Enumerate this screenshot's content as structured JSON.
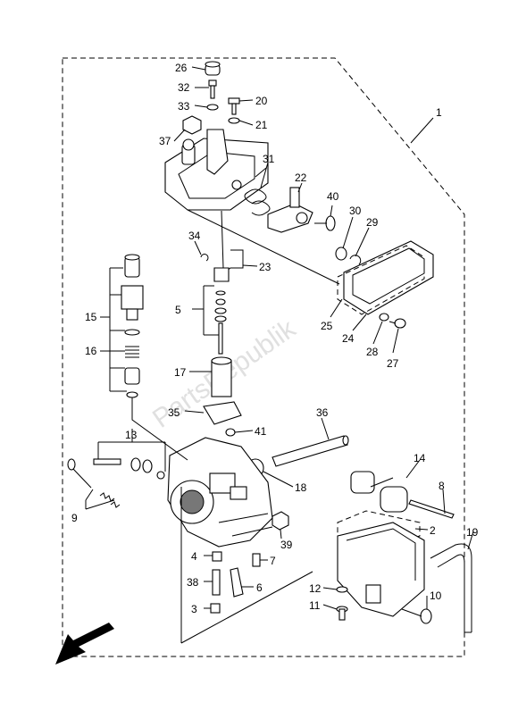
{
  "watermark": "PartsRepublik",
  "callouts": {
    "c1": "1",
    "c2": "2",
    "c3": "3",
    "c4": "4",
    "c5": "5",
    "c6": "6",
    "c7": "7",
    "c8": "8",
    "c9": "9",
    "c10": "10",
    "c11": "11",
    "c12": "12",
    "c13": "13",
    "c14": "14",
    "c15": "15",
    "c16": "16",
    "c17": "17",
    "c18": "18",
    "c19": "19",
    "c20": "20",
    "c21": "21",
    "c22": "22",
    "c23": "23",
    "c24": "24",
    "c25": "25",
    "c26": "26",
    "c27": "27",
    "c28": "28",
    "c29": "29",
    "c30": "30",
    "c31": "31",
    "c32": "32",
    "c33": "33",
    "c34": "34",
    "c35": "35",
    "c36": "36",
    "c37": "37",
    "c38": "38",
    "c39": "39",
    "c40": "40",
    "c41": "41"
  },
  "icons": {
    "front_arrow": "front-direction-arrow-icon"
  }
}
